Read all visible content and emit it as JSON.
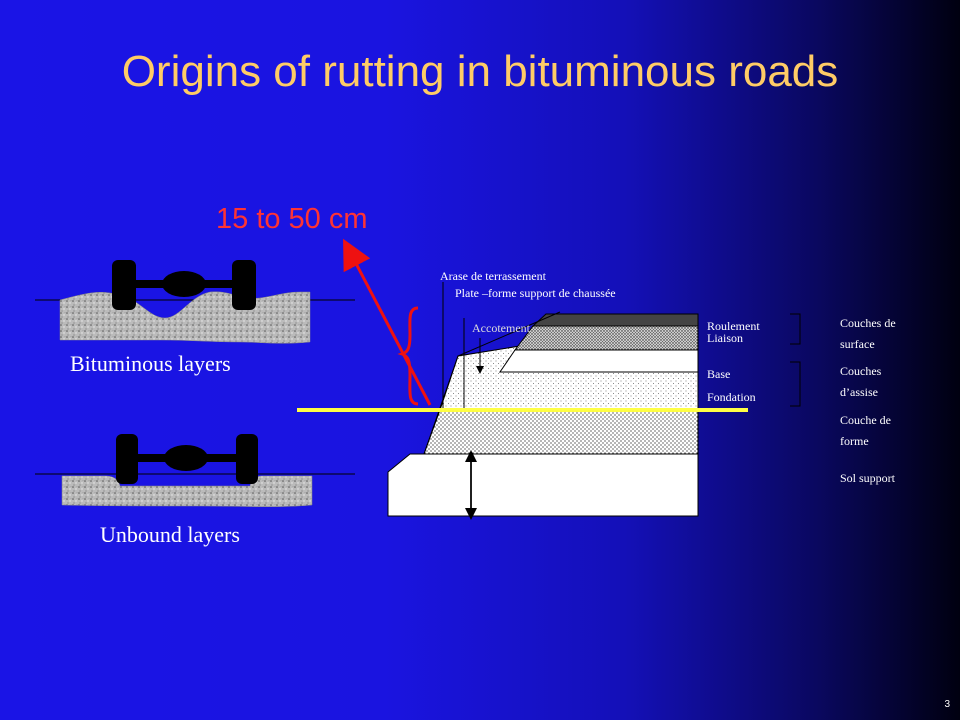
{
  "title": "Origins of rutting in bituminous roads",
  "depth_label": "15 to 50 cm",
  "left_panel": {
    "bituminous_caption": "Bituminous layers",
    "unbound_caption": "Unbound layers"
  },
  "cross_section": {
    "arase_label": "Arase de terrassement",
    "plateforme_label": "Plate –forme support de chaussée",
    "accotement_label": "Accotement",
    "layers": {
      "roulement": "Roulement",
      "liaison": "Liaison",
      "base": "Base",
      "fondation": "Fondation"
    },
    "groups": {
      "surface": "Couches de surface",
      "assise": "Couches d’assise",
      "forme": "Couche de forme",
      "sol": "Sol support"
    }
  },
  "colors": {
    "title": "#ffcc66",
    "depth": "#ff3333",
    "arrow": "#ee1111",
    "guide_line": "#ffff44"
  },
  "page_number": "3"
}
